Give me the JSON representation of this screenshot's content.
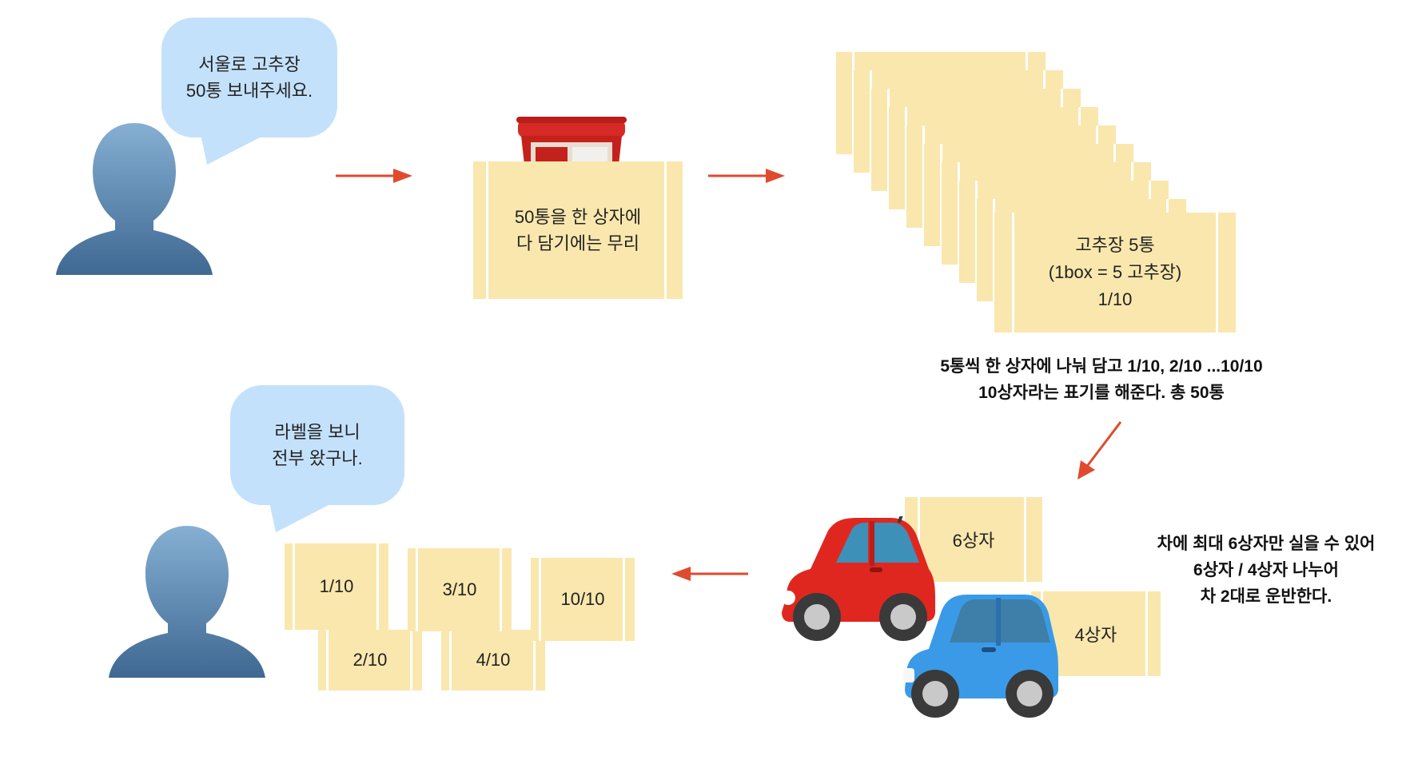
{
  "speech": {
    "request": "서울로 고추장\n50통 보내주세요.",
    "confirm": "라벨을 보니\n전부 왔구나."
  },
  "big_box": {
    "label": "50통을 한 상자에\n다 담기에는 무리",
    "product_icon": "gochujang-tub-icon"
  },
  "stack": {
    "front_label": "고추장 5통\n(1box = 5 고추장)\n1/10"
  },
  "captions": {
    "split": "5통씩 한 상자에 나눠 담고 1/10, 2/10 ...10/10\n10상자라는 표기를 해준다. 총 50통",
    "cars": "차에 최대 6상자만 실을 수 있어\n6상자 / 4상자 나누어\n차 2대로 운반한다."
  },
  "car_loads": {
    "red": "6상자",
    "blue": "4상자"
  },
  "received_boxes": {
    "b1": "1/10",
    "b2": "2/10",
    "b3": "3/10",
    "b4": "4/10",
    "b10": "10/10"
  },
  "colors": {
    "box": "#f9e7ad",
    "bubble": "#c4e1fb",
    "arrow": "#e04a2f",
    "person": "#5a84aa",
    "red_car": "#e0271f",
    "blue_car": "#3a9ae8"
  },
  "icons": {
    "person": "person-silhouette-icon",
    "red_car": "red-car-icon",
    "blue_car": "blue-car-icon",
    "arrow": "arrow-right-icon"
  }
}
